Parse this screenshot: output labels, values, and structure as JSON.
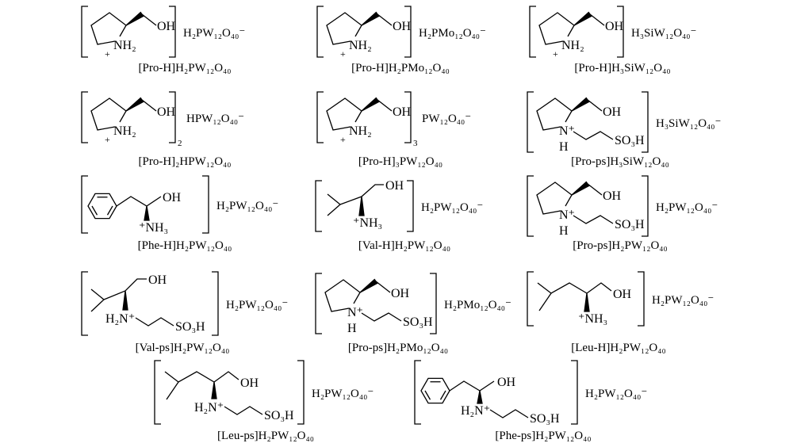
{
  "labels": {
    "oh": "OH",
    "nh2": "NH₂",
    "plus": "+",
    "nh3": "⁺NH₃",
    "n_plus": "N⁺",
    "h": "H",
    "h2n": "H₂N⁺",
    "so3h": "SO₃H"
  },
  "compounds": [
    {
      "type": "pro-h",
      "anion": "H₂PW₁₂O₄₀⁻",
      "caption": "[Pro-H]H₂PW₁₂O₄₀"
    },
    {
      "type": "pro-h",
      "anion": "H₂PMo₁₂O₄₀⁻",
      "caption": "[Pro-H]H₂PMo₁₂O₄₀"
    },
    {
      "type": "pro-h",
      "anion": "H₃SiW₁₂O₄₀⁻",
      "caption": "[Pro-H]H₃SiW₁₂O₄₀"
    },
    {
      "type": "pro-h",
      "multiplier": "2",
      "anion": "HPW₁₂O₄₀⁻",
      "caption": "[Pro-H]₂HPW₁₂O₄₀"
    },
    {
      "type": "pro-h",
      "multiplier": "3",
      "anion": "PW₁₂O₄₀⁻",
      "caption": "[Pro-H]₃PW₁₂O₄₀"
    },
    {
      "type": "pro-ps",
      "anion": "H₃SiW₁₂O₄₀⁻",
      "caption": "[Pro-ps]H₃SiW₁₂O₄₀"
    },
    {
      "type": "phe-h",
      "anion": "H₂PW₁₂O₄₀⁻",
      "caption": "[Phe-H]H₂PW₁₂O₄₀"
    },
    {
      "type": "val-h",
      "anion": "H₂PW₁₂O₄₀⁻",
      "caption": "[Val-H]H₂PW₁₂O₄₀"
    },
    {
      "type": "pro-ps",
      "anion": "H₂PW₁₂O₄₀⁻",
      "caption": "[Pro-ps]H₂PW₁₂O₄₀"
    },
    {
      "type": "val-ps",
      "anion": "H₂PW₁₂O₄₀⁻",
      "caption": "[Val-ps]H₂PW₁₂O₄₀"
    },
    {
      "type": "pro-ps",
      "anion": "H₂PMo₁₂O₄₀⁻",
      "caption": "[Pro-ps]H₂PMo₁₂O₄₀"
    },
    {
      "type": "leu-h",
      "anion": "H₂PW₁₂O₄₀⁻",
      "caption": "[Leu-H]H₂PW₁₂O₄₀"
    },
    {
      "type": "leu-ps",
      "anion": "H₂PW₁₂O₄₀⁻",
      "caption": "[Leu-ps]H₂PW₁₂O₄₀"
    },
    {
      "type": "phe-ps",
      "anion": "H₂PW₁₂O₄₀⁻",
      "caption": "[Phe-ps]H₂PW₁₂O₄₀"
    }
  ]
}
